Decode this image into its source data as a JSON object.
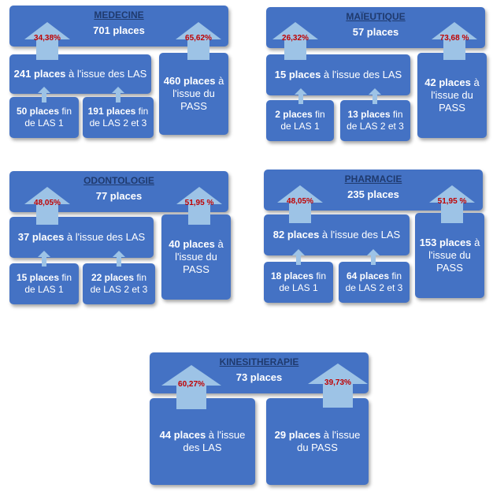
{
  "colors": {
    "box": "#4472C4",
    "arrow": "#9DC3E6",
    "title": "#1F3A6E",
    "percent": "#C00000"
  },
  "medecine": {
    "title": "MEDECINE",
    "total": "701 places",
    "pct_las": "34,38%",
    "pct_pass": "65,62%",
    "las": {
      "strong": "241 places",
      "rest": " à l'issue des LAS"
    },
    "pass": {
      "strong": "460 places",
      "rest": " à l'issue du PASS"
    },
    "las1": {
      "strong": "50 places",
      "rest": " fin de LAS 1"
    },
    "las23": {
      "strong": "191 places",
      "rest": " fin de LAS 2 et 3"
    }
  },
  "maieutique": {
    "title": "MAÏEUTIQUE",
    "total": "57 places",
    "pct_las": "26,32%",
    "pct_pass": "73,68 %",
    "las": {
      "strong": "15 places",
      "rest": " à l'issue des LAS"
    },
    "pass": {
      "strong": "42 places",
      "rest": " à l'issue du PASS"
    },
    "las1": {
      "strong": "2 places",
      "rest": " fin de LAS 1"
    },
    "las23": {
      "strong": "13 places",
      "rest": " fin de LAS 2 et 3"
    }
  },
  "odontologie": {
    "title": "ODONTOLOGIE",
    "total": "77 places",
    "pct_las": "48,05%",
    "pct_pass": "51,95 %",
    "las": {
      "strong": "37 places",
      "rest": " à l'issue des LAS"
    },
    "pass": {
      "strong": "40 places",
      "rest": " à l'issue du PASS"
    },
    "las1": {
      "strong": "15 places",
      "rest": " fin de LAS 1"
    },
    "las23": {
      "strong": "22 places",
      "rest": " fin de LAS 2 et 3"
    }
  },
  "pharmacie": {
    "title": "PHARMACIE",
    "total": "235 places",
    "pct_las": "48,05%",
    "pct_pass": "51,95 %",
    "las": {
      "strong": "82 places",
      "rest": " à l'issue des LAS"
    },
    "pass": {
      "strong": "153 places",
      "rest": " à l'issue du PASS"
    },
    "las1": {
      "strong": "18 places",
      "rest": " fin de LAS 1"
    },
    "las23": {
      "strong": "64 places",
      "rest": " fin de LAS 2 et 3"
    }
  },
  "kinesitherapie": {
    "title": "KINESITHERAPIE",
    "total": "73 places",
    "pct_las": "60,27%",
    "pct_pass": "39,73%",
    "las": {
      "strong": "44 places",
      "rest": " à l'issue des LAS"
    },
    "pass": {
      "strong": "29 places",
      "rest": " à l'issue du PASS"
    }
  }
}
